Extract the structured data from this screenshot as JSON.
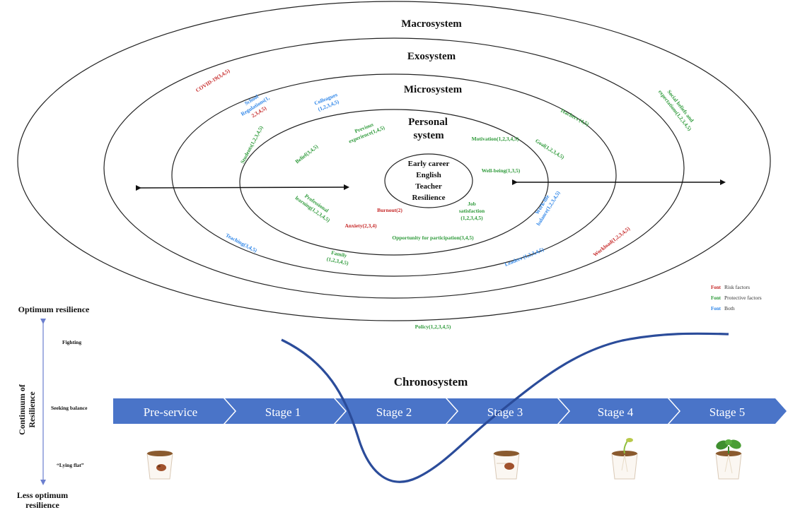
{
  "systems": {
    "macro": "Macrosystem",
    "exo": "Exosystem",
    "micro": "Microsystem",
    "personal_line1": "Personal",
    "personal_line2": "system"
  },
  "center": [
    "Early career",
    "English",
    "Teacher",
    "Resilience"
  ],
  "factors": {
    "covid": "COVID-19(3,4,5)",
    "school_regs_1": "School",
    "school_regs_2": "Regulations(1,",
    "school_regs_3": "2,3,4,5)",
    "colleagues_1": "Colleagues",
    "colleagues_2": "(1,2,3,4,5)",
    "previous_exp_1": "Previous",
    "previous_exp_2": "experience(1,4,5)",
    "motivation": "Motivation(1,2,3,4,5)",
    "teachers": "Teachers (4,5)",
    "social_beliefs_1": "Social beliefs and",
    "social_beliefs_2": "expectations(1,2,3,4,5)",
    "students": "Students(1,2,3,4,5)",
    "belief": "Belief(3,4,5)",
    "goal": "Goal(1,2,3,4,5)",
    "wellbeing": "Well-being(1,3,5)",
    "prof_learning_1": "Professional",
    "prof_learning_2": "learning(1,2,3,4,5)",
    "burnout": "Burnout(2)",
    "anxiety": "Anxiety(2,3,4)",
    "job_sat_1": "Job",
    "job_sat_2": "satisfaction",
    "job_sat_3": "(1,2,3,4,5)",
    "work_life_1": "Work-life",
    "work_life_2": "balance(1,2,3,4,5)",
    "opportunity": "Opportunity for participation(3,4,5)",
    "teaching": "Teaching(3,4,5)",
    "family_1": "Family",
    "family_2": "(1,2,3,4,5)",
    "leaders": "Leaders (1,2,3,4,5)",
    "workload": "Workload(1,2,3,4,5)",
    "policy": "Policy(1,2,3,4,5)"
  },
  "legend": [
    {
      "swatch": "Font",
      "label": "Risk factors",
      "color": "#c62828"
    },
    {
      "swatch": "Font",
      "label": "Protective factors",
      "color": "#2e9a3a"
    },
    {
      "swatch": "Font",
      "label": "Both",
      "color": "#2f86e8"
    }
  ],
  "resilience_axis": {
    "top": "Optimum resilience",
    "bottom_1": "Less optimum",
    "bottom_2": "resilience",
    "side_1": "Continuum of",
    "side_2": "Resilience",
    "levels": {
      "high": "Fighting",
      "mid": "Seeking balance",
      "low": "“Lying flat”"
    }
  },
  "chronosystem": "Chronosystem",
  "stages": [
    "Pre-service",
    "Stage 1",
    "Stage 2",
    "Stage 3",
    "Stage 4",
    "Stage 5"
  ],
  "colors": {
    "risk": "#c62828",
    "protective": "#2e9a3a",
    "both": "#2f86e8",
    "stage_fill": "#4a74c8",
    "curve": "#2b4c9a",
    "axis": "#6b7fcf"
  },
  "icons": [
    "seed-pot-icon",
    "seed-pot-icon",
    "sprout-pot-icon",
    "plant-pot-icon"
  ]
}
